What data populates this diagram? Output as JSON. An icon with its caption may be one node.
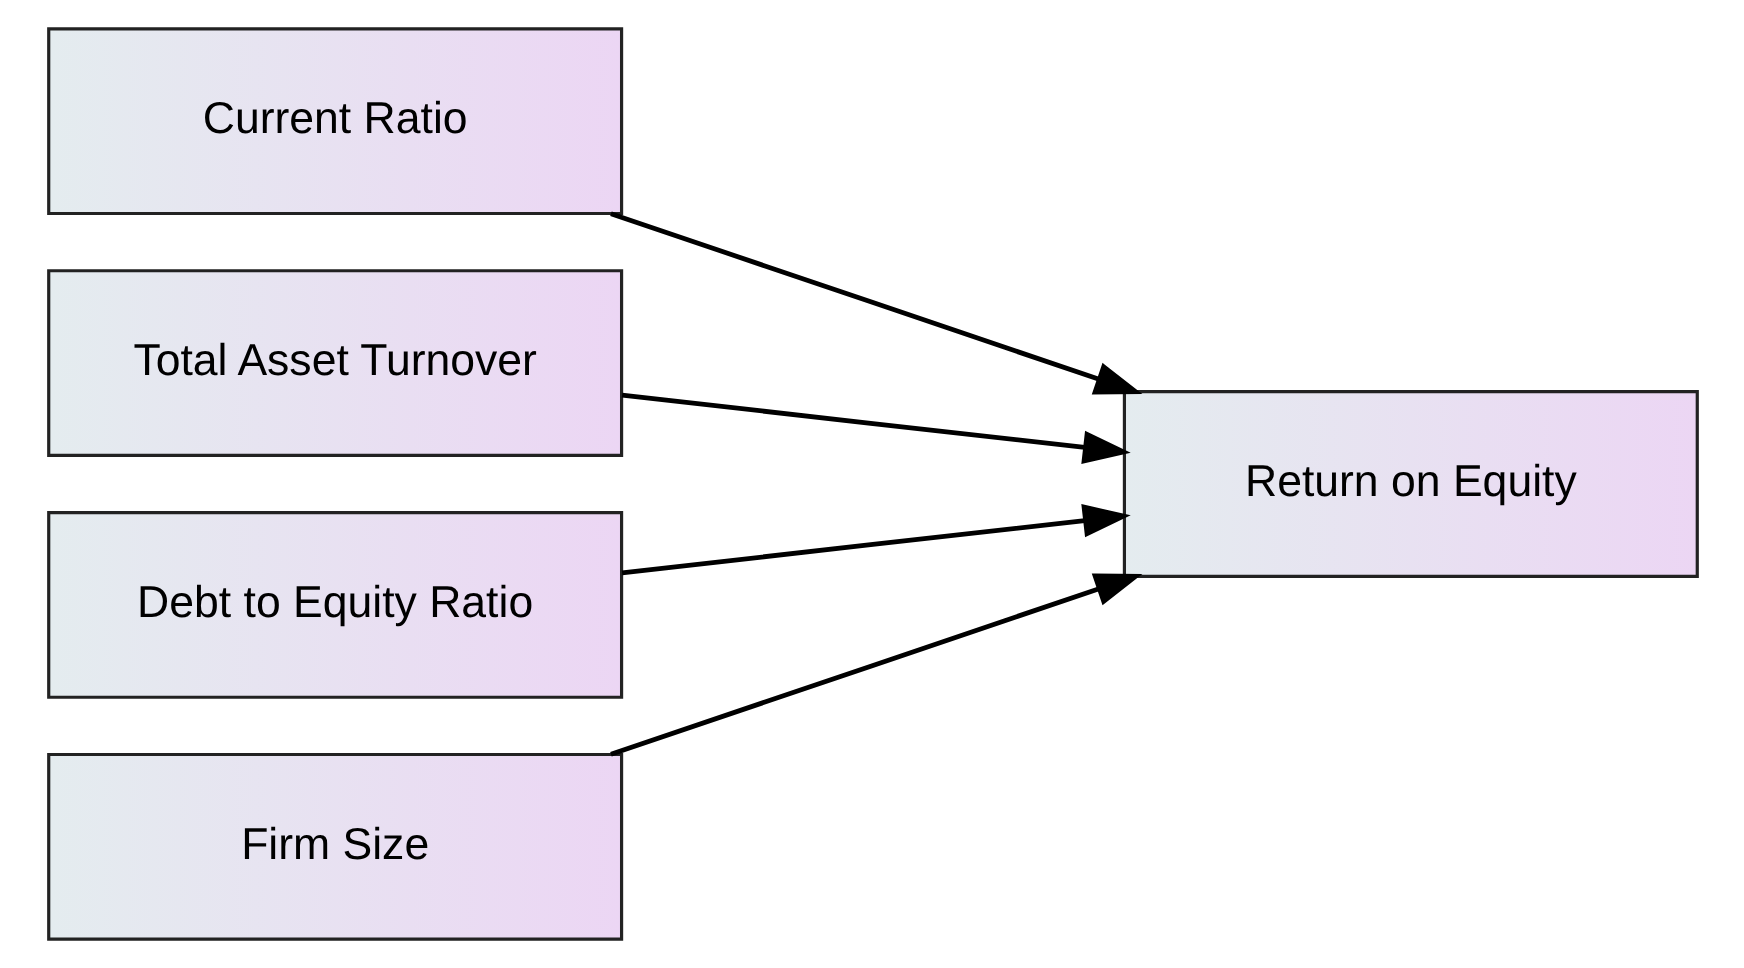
{
  "diagram": {
    "nodes": [
      {
        "text": [
          "Current Ratio"
        ]
      },
      {
        "text": [
          "Total Asset Turnover"
        ]
      },
      {
        "text": [
          "Debt to Equity Ratio"
        ]
      },
      {
        "text": [
          "Firm Size"
        ]
      },
      {
        "text": [
          "Return on Equity"
        ]
      }
    ],
    "edges": [
      {
        "from": 0,
        "to": 4,
        "arrow": "to"
      },
      {
        "from": 1,
        "to": 4,
        "arrow": "to"
      },
      {
        "from": 2,
        "to": 4,
        "arrow": "to"
      },
      {
        "from": 3,
        "to": 4,
        "arrow": "to"
      }
    ]
  }
}
